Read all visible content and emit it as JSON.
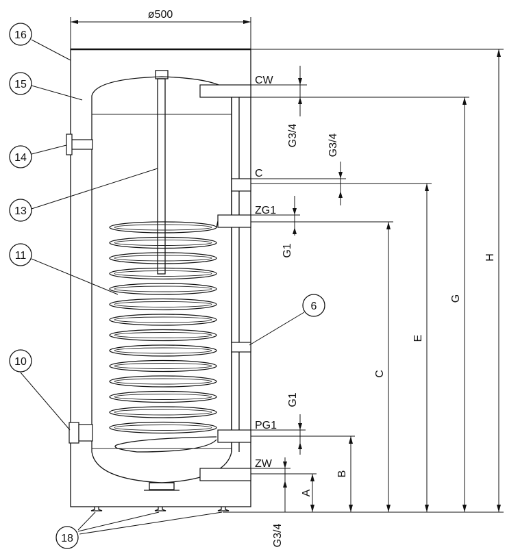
{
  "diameter_label": "ø500",
  "connections": {
    "cw": "CW",
    "c": "C",
    "zg1": "ZG1",
    "pg1": "PG1",
    "zw": "ZW"
  },
  "thread_labels": {
    "cw_size": "G3/4",
    "c_size": "G3/4",
    "zg1_size": "G1",
    "pg1_size": "G1",
    "zw_size": "G3/4"
  },
  "dimension_labels": {
    "a": "A",
    "b": "B",
    "c": "C",
    "e": "E",
    "g": "G",
    "h": "H"
  },
  "callouts": {
    "c16": "16",
    "c15": "15",
    "c14": "14",
    "c13": "13",
    "c11": "11",
    "c10": "10",
    "c6": "6",
    "c18": "18"
  }
}
